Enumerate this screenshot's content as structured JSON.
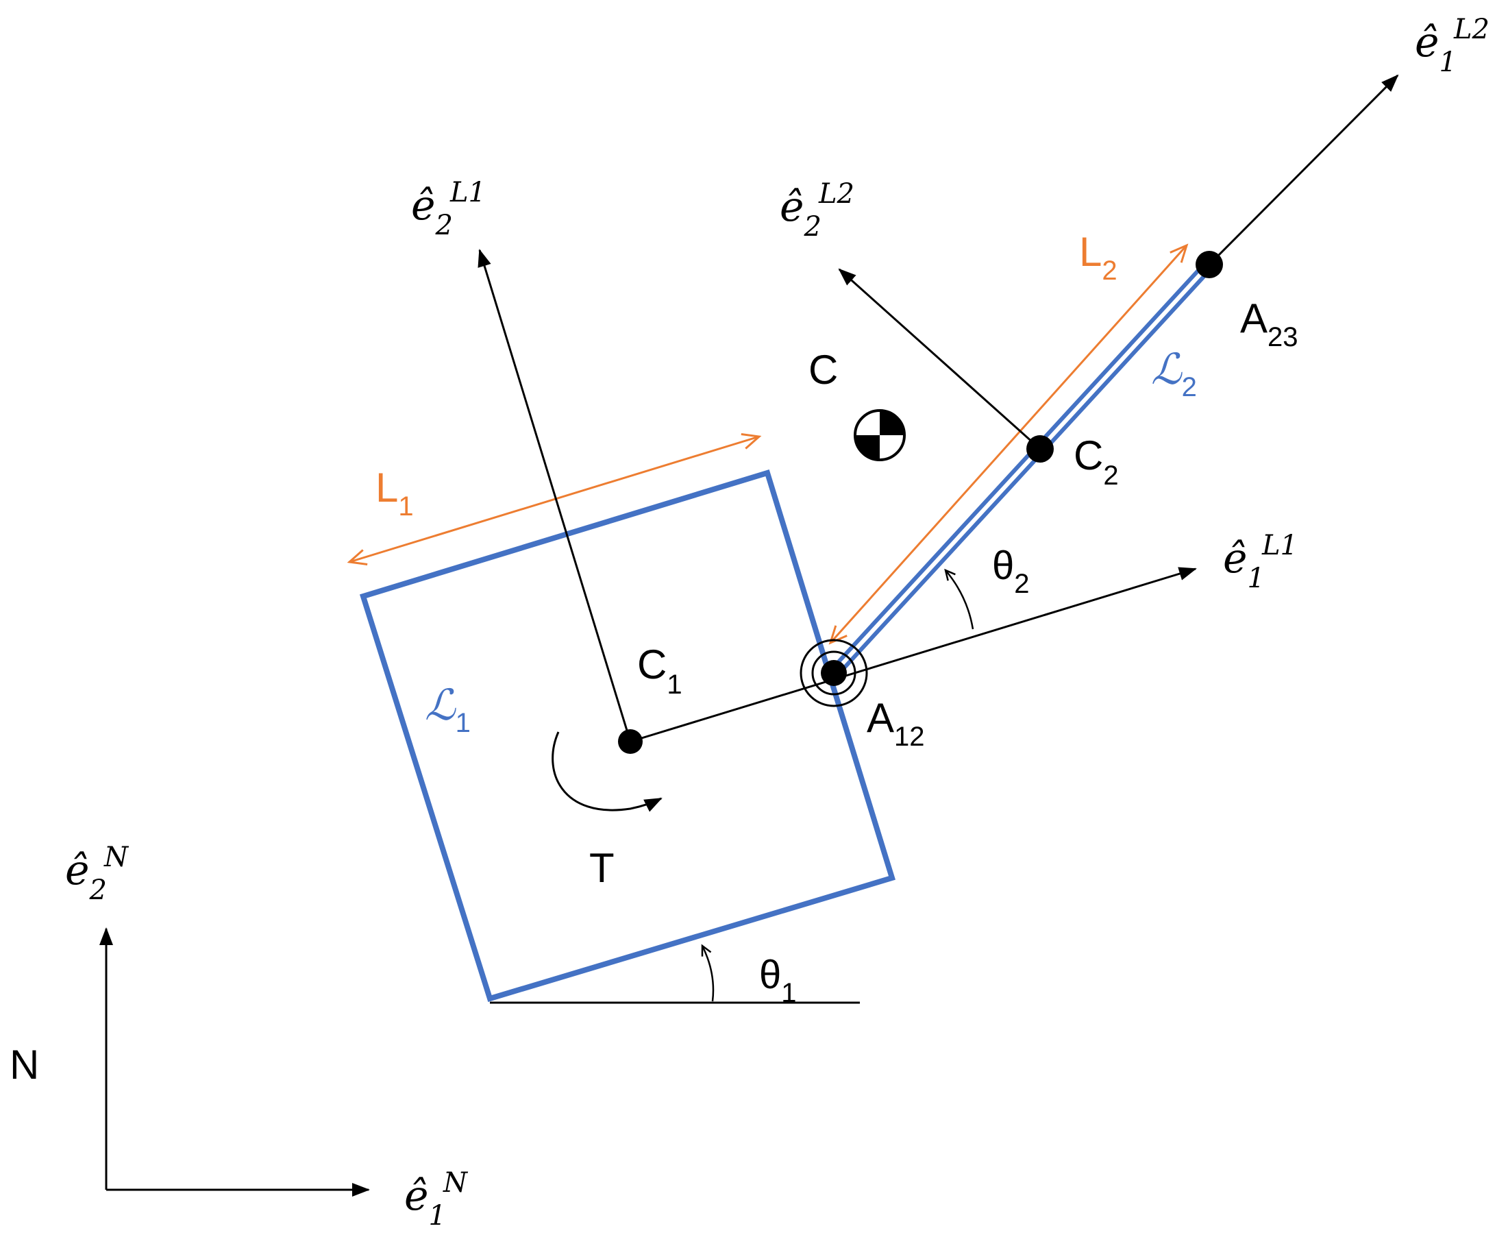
{
  "colors": {
    "blue": "#4472c4",
    "orange": "#ed7d31",
    "black": "#000000",
    "background": "#ffffff"
  },
  "labels": {
    "frame_N": "N",
    "e_hat": "ê",
    "sub_1": "1",
    "sub_2": "2",
    "sup_N": "N",
    "sup_L1": "L1",
    "sup_L2": "L2",
    "C": "C",
    "C1_base": "C",
    "C1_sub": "1",
    "C2_base": "C",
    "C2_sub": "2",
    "A12_base": "A",
    "A12_sub": "12",
    "A23_base": "A",
    "A23_sub": "23",
    "T": "T",
    "theta": "θ",
    "theta1_sub": "1",
    "theta2_sub": "2",
    "L": "L",
    "L1_sub": "1",
    "L2_sub": "2",
    "body_script": "ℒ",
    "body1_sub": "1",
    "body2_sub": "2"
  },
  "icons": {
    "center_of_mass": "center-of-mass-icon",
    "torsion_spring": "torsion-spring-icon",
    "torque_arrow": "curved-arrow-icon"
  }
}
